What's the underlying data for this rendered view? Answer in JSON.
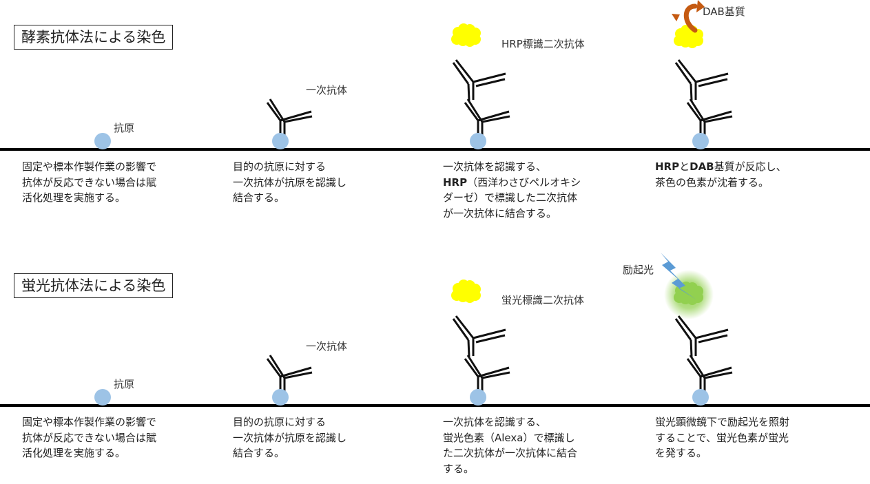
{
  "panels": [
    {
      "title": "酵素抗体法による染色",
      "labels": {
        "antigen": "抗原",
        "primary": "一次抗体",
        "secondary": "HRP標識二次抗体",
        "substrate": "DAB基質"
      },
      "steps": [
        "固定や標本作製作業の影響で\n抗体が反応できない場合は賦\n活化処理を実施する。",
        "目的の抗原に対する\n一次抗体が抗原を認識し\n結合する。",
        "一次抗体を認識する、\nHRP（西洋わさびペルオキシ\nダーゼ）で標識した二次抗体\nが一次抗体に結合する。",
        "HRPとDAB基質が反応し、\n茶色の色素が沈着する。"
      ]
    },
    {
      "title": "蛍光抗体法による染色",
      "labels": {
        "antigen": "抗原",
        "primary": "一次抗体",
        "secondary": "蛍光標識二次抗体",
        "excitation": "励起光"
      },
      "steps": [
        "固定や標本作製作業の影響で\n抗体が反応できない場合は賦\n活化処理を実施する。",
        "目的の抗原に対する\n一次抗体が抗原を認識し\n結合する。",
        "一次抗体を認識する、\n蛍光色素（Alexa）で標識し\nた二次抗体が一次抗体に結合\nする。",
        "蛍光顕微鏡下で励起光を照射\nすることで、蛍光色素が蛍光\nを発する。"
      ]
    }
  ],
  "colors": {
    "antigen": "#9dc3e6",
    "line": "#000000",
    "hrp": "#ffff00",
    "fluor_dye": "#ffff00",
    "dab_arrow": "#c55a11",
    "lightning": "#5b9bd5",
    "glow": "#92d050"
  }
}
